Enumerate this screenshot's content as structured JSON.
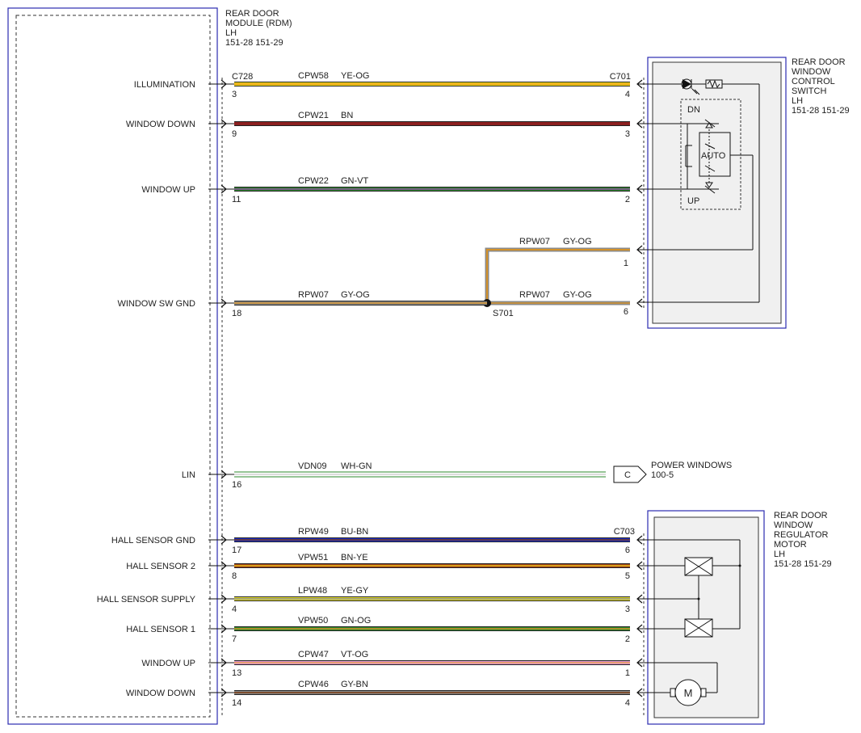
{
  "modules": {
    "rdm": {
      "lines": [
        "REAR DOOR",
        "MODULE (RDM)",
        "LH",
        "151-28  151-29"
      ],
      "connector": "C728"
    },
    "switch": {
      "lines": [
        "REAR DOOR",
        "WINDOW",
        "CONTROL",
        "SWITCH",
        "LH",
        "151-28  151-29"
      ],
      "connector": "C701",
      "dn_label": "DN",
      "up_label": "UP",
      "auto_label": "AUTO"
    },
    "motor": {
      "lines": [
        "REAR DOOR",
        "WINDOW",
        "REGULATOR",
        "MOTOR",
        "LH",
        "151-28  151-29"
      ],
      "connector": "C703",
      "motor_label": "M"
    },
    "powerwin": {
      "box_label": "C",
      "lines": [
        "POWER WINDOWS",
        "100-5"
      ]
    }
  },
  "splice": {
    "label": "S701"
  },
  "wires": [
    {
      "signal": "ILLUMINATION",
      "circuit": "CPW58",
      "color": "YE-OG",
      "pin_left": "3",
      "pin_right": "4",
      "base": "#f2dc1e",
      "stripe": "#e8961a"
    },
    {
      "signal": "WINDOW DOWN",
      "circuit": "CPW21",
      "color": "BN",
      "pin_left": "9",
      "pin_right": "3",
      "base": "#8b2020",
      "stripe": "#8b2020"
    },
    {
      "signal": "WINDOW UP",
      "circuit": "CPW22",
      "color": "GN-VT",
      "pin_left": "11",
      "pin_right": "2",
      "base": "#2c8a2c",
      "stripe": "#8c4a9c"
    },
    {
      "signal": "WINDOW SW GND",
      "circuit": "RPW07",
      "color": "GY-OG",
      "pin_left": "18",
      "base": "#8a8a8a",
      "stripe": "#d4922a"
    },
    {
      "signal": "LIN",
      "circuit": "VDN09",
      "color": "WH-GN",
      "pin_left": "16",
      "base": "#ffffff",
      "stripe": "#2c8a2c"
    },
    {
      "signal": "HALL SENSOR GND",
      "circuit": "RPW49",
      "color": "BU-BN",
      "pin_left": "17",
      "pin_right": "6",
      "base": "#1c2ecc",
      "stripe": "#7a3a10"
    },
    {
      "signal": "HALL SENSOR 2",
      "circuit": "VPW51",
      "color": "BN-YE",
      "pin_left": "8",
      "pin_right": "5",
      "base": "#a0401a",
      "stripe": "#e8c01a"
    },
    {
      "signal": "HALL SENSOR SUPPLY",
      "circuit": "LPW48",
      "color": "YE-GY",
      "pin_left": "4",
      "pin_right": "3",
      "base": "#e8e02a",
      "stripe": "#8a8a8a"
    },
    {
      "signal": "HALL SENSOR 1",
      "circuit": "VPW50",
      "color": "GN-OG",
      "pin_left": "7",
      "pin_right": "2",
      "base": "#2c8a2c",
      "stripe": "#d4922a"
    },
    {
      "signal": "WINDOW UP",
      "circuit": "CPW47",
      "color": "VT-OG",
      "pin_left": "13",
      "pin_right": "1",
      "base": "#e096d0",
      "stripe": "#e8a050"
    },
    {
      "signal": "WINDOW DOWN",
      "circuit": "CPW46",
      "color": "GY-BN",
      "pin_left": "14",
      "pin_right": "4",
      "base": "#8a8a8a",
      "stripe": "#7a3a10"
    }
  ],
  "branches": [
    {
      "circuit": "RPW07",
      "color": "GY-OG",
      "pin_right": "1"
    },
    {
      "circuit": "RPW07",
      "color": "GY-OG",
      "pin_right": "6"
    }
  ]
}
